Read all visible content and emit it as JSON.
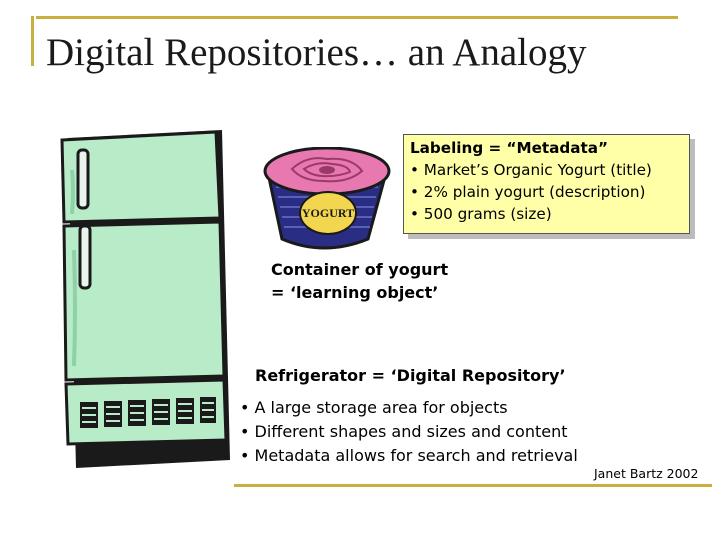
{
  "slide": {
    "title": "Digital Repositories… an Analogy"
  },
  "labeling_box": {
    "heading": "Labeling = “Metadata”",
    "items": [
      "• Market’s Organic Yogurt (title)",
      "• 2% plain yogurt (description)",
      "• 500 grams (size)"
    ]
  },
  "yogurt": {
    "label_line1": "Container of yogurt",
    "label_line2": "= ‘learning object’",
    "cup_text": "YOGURT"
  },
  "repository": {
    "heading": "Refrigerator = ‘Digital Repository’",
    "items": [
      "• A large storage area for objects",
      "• Different shapes and sizes and content",
      "• Metadata allows for search and retrieval"
    ]
  },
  "credit": "Janet Bartz 2002",
  "colors": {
    "frame": "#c8b040",
    "fridge": "#b8ebc8",
    "note_background": "#ffffa8",
    "yogurt_top": "#e878b0",
    "yogurt_cup": "#2a2d84",
    "yogurt_label": "#f2d650"
  }
}
